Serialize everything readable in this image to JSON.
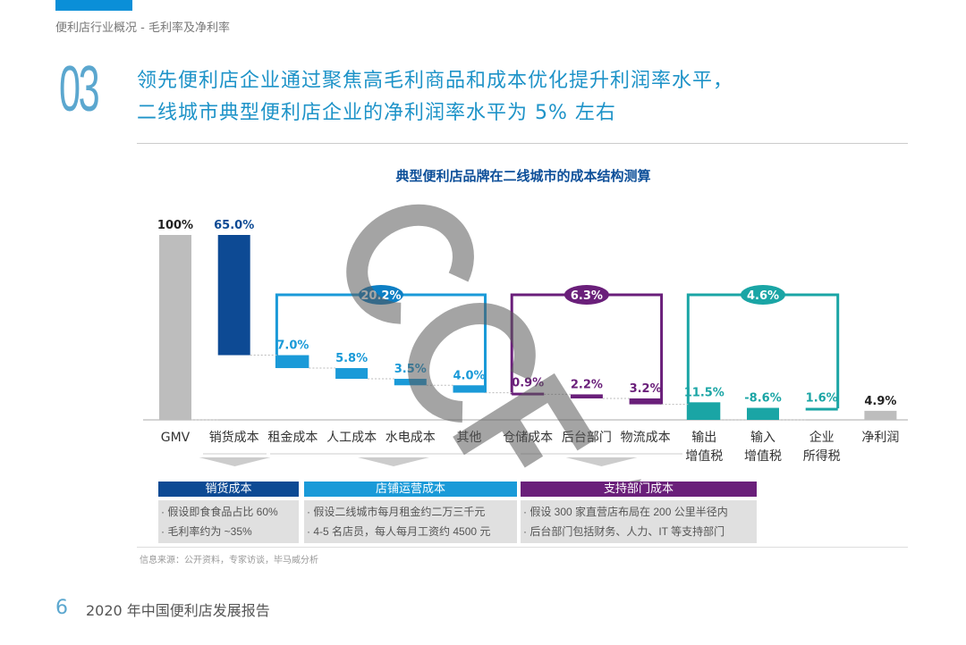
{
  "header": {
    "breadcrumb": "便利店行业概况 - 毛利率及净利率",
    "section_number": "03",
    "headline_1": "领先便利店企业通过聚焦高毛利商品和成本优化提升利润率水平，",
    "headline_2": "二线城市典型便利店企业的净利润率水平为 5% 左右"
  },
  "chart_data": {
    "type": "bar",
    "subtype": "waterfall",
    "title": "典型便利店品牌在二线城市的成本结构测算",
    "ylim": [
      0,
      100
    ],
    "grid": false,
    "categories": [
      "GMV",
      "销货成本",
      "租金成本",
      "人工成本",
      "水电成本",
      "其他",
      "仓储成本",
      "后台部门",
      "物流成本",
      "输出\n增值税",
      "输入\n增值税",
      "企业\n所得税",
      "净利润"
    ],
    "labels": [
      "100%",
      "65.0%",
      "7.0%",
      "5.8%",
      "3.5%",
      "4.0%",
      "0.9%",
      "2.2%",
      "3.2%",
      "11.5%",
      "-8.6%",
      "1.6%",
      "4.9%"
    ],
    "ranges": [
      [
        0,
        100
      ],
      [
        35,
        100
      ],
      [
        28,
        35
      ],
      [
        22.2,
        28
      ],
      [
        18.7,
        22.2
      ],
      [
        14.7,
        18.7
      ],
      [
        13.8,
        14.7
      ],
      [
        11.6,
        13.8
      ],
      [
        8.4,
        11.6
      ],
      [
        0,
        9.5
      ],
      [
        0,
        6.5
      ],
      [
        6.2,
        6.5
      ],
      [
        0,
        4.9
      ]
    ],
    "colors": [
      "#bdbdbd",
      "#0d4a94",
      "#1a9ad8",
      "#1a9ad8",
      "#1a9ad8",
      "#1a9ad8",
      "#6a1f7a",
      "#6a1f7a",
      "#6a1f7a",
      "#1aa5a5",
      "#1aa5a5",
      "#1aa5a5",
      "#bdbdbd"
    ],
    "label_colors": [
      "#222",
      "#0d4a94",
      "#1a9ad8",
      "#1a9ad8",
      "#1a9ad8",
      "#1a9ad8",
      "#6a1f7a",
      "#6a1f7a",
      "#6a1f7a",
      "#1aa5a5",
      "#1aa5a5",
      "#1aa5a5",
      "#222"
    ],
    "groups": [
      {
        "label": "20.2%",
        "from": 2,
        "to": 5,
        "color": "#1a9ad8",
        "badge": "#0d7fc4"
      },
      {
        "label": "6.3%",
        "from": 6,
        "to": 8,
        "color": "#6a1f7a",
        "badge": "#6a1f7a"
      },
      {
        "label": "4.6%",
        "from": 9,
        "to": 11,
        "color": "#1aa5a5",
        "badge": "#1aa5a5"
      }
    ]
  },
  "notes": [
    {
      "title": "销货成本",
      "color": "#0d4a94",
      "lines": [
        "· 假设即食食品占比 60%",
        "· 毛利率约为 ~35%"
      ]
    },
    {
      "title": "店铺运营成本",
      "color": "#1a9ad8",
      "lines": [
        "· 假设二线城市每月租金约二万三千元",
        "· 4-5 名店员，每人每月工资约 4500 元"
      ]
    },
    {
      "title": "支持部门成本",
      "color": "#6a1f7a",
      "lines": [
        "· 假设 300 家直营店布局在 200 公里半径内",
        "· 后台部门包括财务、人力、IT 等支持部门"
      ]
    }
  ],
  "source": "信息来源：公开资料，专家访谈，毕马威分析",
  "watermark": "CCFA",
  "footer": {
    "page": "6",
    "report": "2020 年中国便利店发展报告"
  }
}
